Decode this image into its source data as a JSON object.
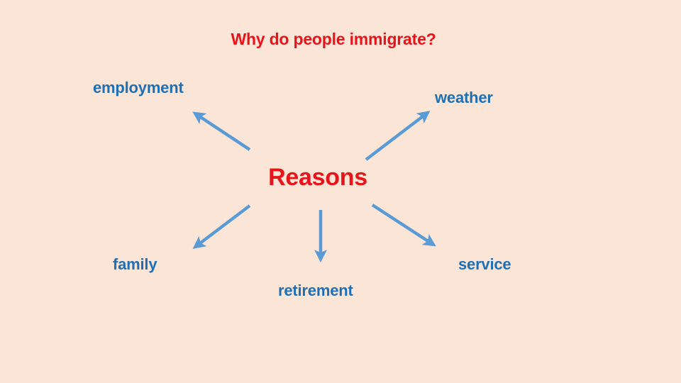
{
  "slide": {
    "title": "Why do people immigrate?",
    "center_label": "Reasons",
    "reasons": [
      {
        "label": "employment"
      },
      {
        "label": "weather"
      },
      {
        "label": "family"
      },
      {
        "label": "retirement"
      },
      {
        "label": "service"
      }
    ]
  },
  "colors": {
    "background": "#FBE5D6",
    "title_text": "#E8141B",
    "center_text": "#E8141B",
    "reason_text": "#1F6FB5",
    "arrow": "#5B9BD5"
  },
  "icons": {
    "arrows": [
      "arrow-up-left-icon",
      "arrow-up-right-icon",
      "arrow-down-left-icon",
      "arrow-down-icon",
      "arrow-down-right-icon"
    ]
  }
}
